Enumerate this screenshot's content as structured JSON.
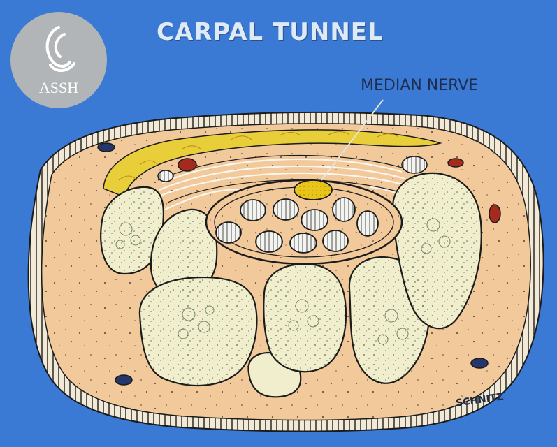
{
  "title": "CARPAL TUNNEL",
  "label": "MEDIAN NERVE",
  "signature": "SCHNITZ",
  "logo": {
    "text": "ASSH",
    "icon": "swirl-logo-icon"
  },
  "colors": {
    "background": "#3a79d4",
    "tissue": "#f1c99b",
    "bone": "#f1eecd",
    "nerve": "#e9c41a",
    "fat": "#e8cf3a",
    "vessel": "#a42a1d",
    "vein": "#25366a",
    "outline": "#1b1b1b"
  }
}
